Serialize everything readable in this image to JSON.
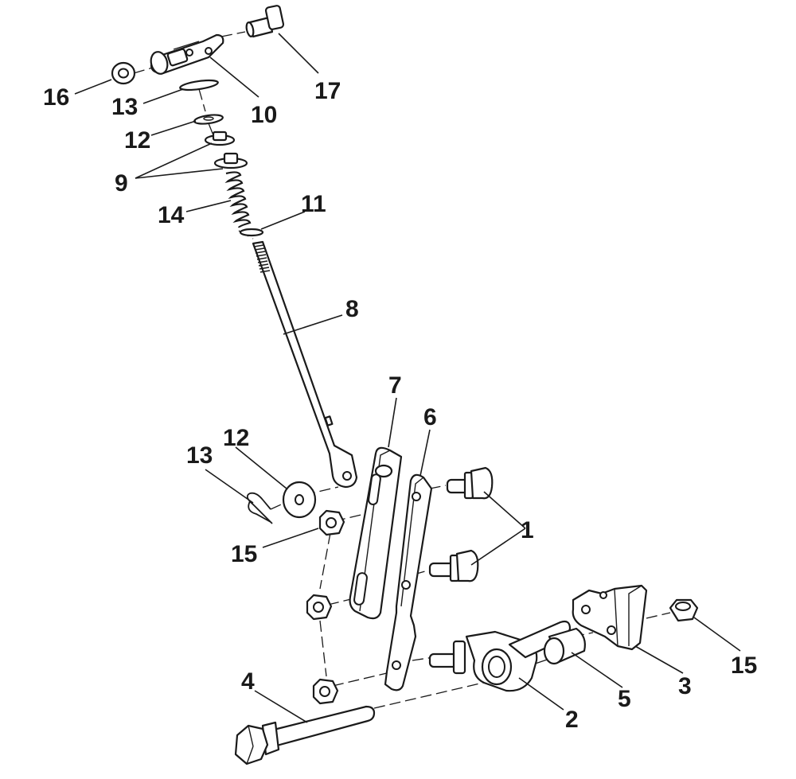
{
  "diagram": {
    "callouts": [
      {
        "id": "c16",
        "label": "16"
      },
      {
        "id": "c13a",
        "label": "13"
      },
      {
        "id": "c10",
        "label": "10"
      },
      {
        "id": "c17",
        "label": "17"
      },
      {
        "id": "c12a",
        "label": "12"
      },
      {
        "id": "c9",
        "label": "9"
      },
      {
        "id": "c14",
        "label": "14"
      },
      {
        "id": "c11",
        "label": "11"
      },
      {
        "id": "c8",
        "label": "8"
      },
      {
        "id": "c7",
        "label": "7"
      },
      {
        "id": "c6",
        "label": "6"
      },
      {
        "id": "c12b",
        "label": "12"
      },
      {
        "id": "c13b",
        "label": "13"
      },
      {
        "id": "c15a",
        "label": "15"
      },
      {
        "id": "c1",
        "label": "1"
      },
      {
        "id": "c4",
        "label": "4"
      },
      {
        "id": "c2",
        "label": "2"
      },
      {
        "id": "c5",
        "label": "5"
      },
      {
        "id": "c3",
        "label": "3"
      },
      {
        "id": "c15b",
        "label": "15"
      }
    ]
  }
}
